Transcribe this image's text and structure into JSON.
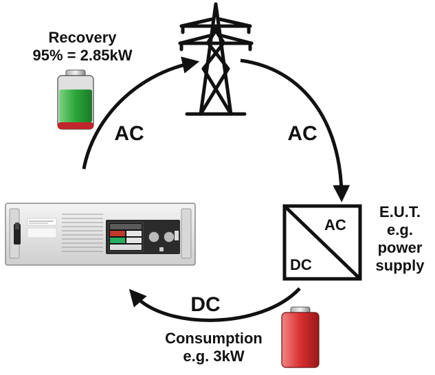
{
  "recovery": {
    "title": "Recovery",
    "value": "95% = 2.85kW",
    "battery_level": 0.85,
    "battery_color": "#2aa53a"
  },
  "consumption": {
    "title": "Consumption",
    "value": "e.g. 3kW",
    "battery_level": 1.0,
    "battery_color": "#d92f2f"
  },
  "arcs": {
    "left_upper": "AC",
    "right_upper": "AC",
    "lower": "DC"
  },
  "converter": {
    "ac_label": "AC",
    "dc_label": "DC"
  },
  "eut": {
    "lines": [
      "E.U.T.",
      "e.g.",
      "power",
      "supply"
    ]
  },
  "colors": {
    "arrow": "#111111",
    "panel_bg": "#2b2b2b",
    "device_body": "#e6e6e6"
  },
  "icons": [
    "power-tower-icon",
    "battery-green-icon",
    "battery-red-icon",
    "ac-dc-converter-icon",
    "power-supply-device"
  ]
}
